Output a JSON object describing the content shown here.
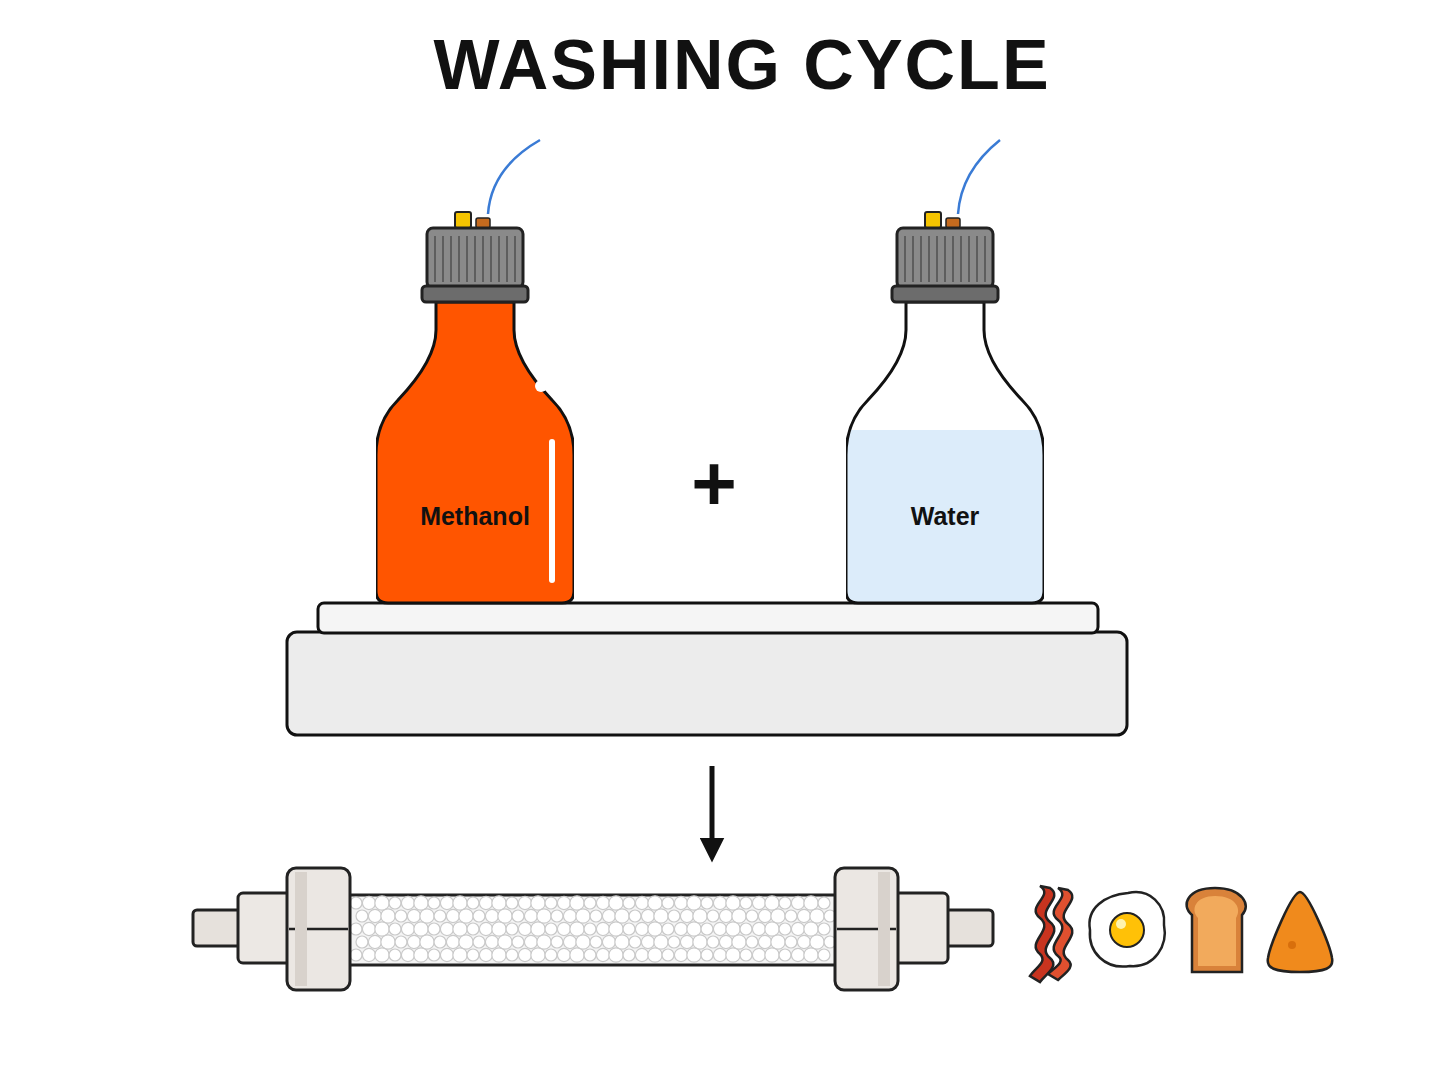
{
  "diagram": {
    "title": "WASHING CYCLE",
    "nodes": [
      {
        "text": [
          "Methanol"
        ]
      },
      {
        "text": [
          "Water"
        ]
      }
    ],
    "labels": [
      "+"
    ]
  }
}
